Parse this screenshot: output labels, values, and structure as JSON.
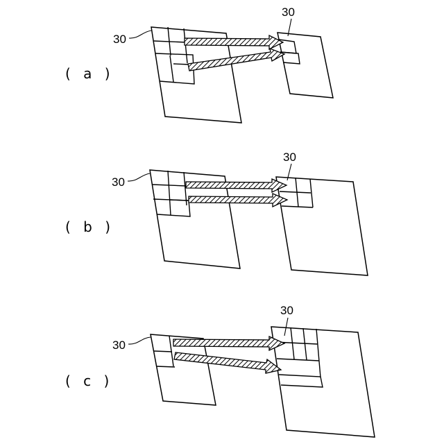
{
  "panels": [
    {
      "id": "a",
      "label": "( a )",
      "ref_left": "30",
      "ref_right": "30"
    },
    {
      "id": "b",
      "label": "( b )",
      "ref_left": "30",
      "ref_right": "30"
    },
    {
      "id": "c",
      "label": "( c )",
      "ref_left": "30",
      "ref_right": "30"
    }
  ],
  "colors": {
    "line": "#000000",
    "background": "#ffffff"
  },
  "arrow_fill": "diagonal-hatch"
}
